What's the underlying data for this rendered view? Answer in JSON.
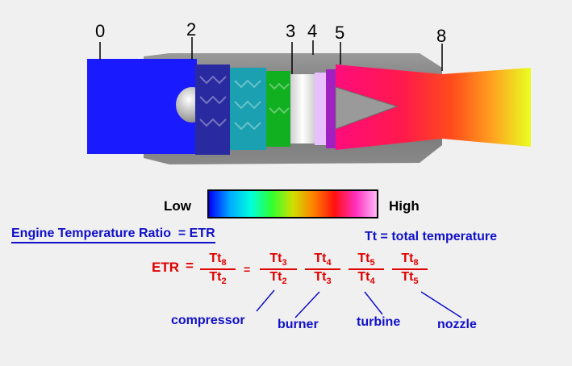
{
  "stations": [
    "0",
    "2",
    "3",
    "4",
    "5",
    "8"
  ],
  "scale": {
    "low": "Low",
    "high": "High"
  },
  "etr_definition": {
    "title": "Engine Temperature Ratio",
    "equals": "= ETR"
  },
  "tt_definition": "Tt =  total temperature",
  "equation": {
    "lhs": "ETR",
    "eq1": "=",
    "eq2": "=",
    "overall": {
      "num_base": "Tt",
      "num_sub": "8",
      "den_base": "Tt",
      "den_sub": "2"
    },
    "factors": [
      {
        "num_base": "Tt",
        "num_sub": "3",
        "den_base": "Tt",
        "den_sub": "2"
      },
      {
        "num_base": "Tt",
        "num_sub": "4",
        "den_base": "Tt",
        "den_sub": "3"
      },
      {
        "num_base": "Tt",
        "num_sub": "5",
        "den_base": "Tt",
        "den_sub": "4"
      },
      {
        "num_base": "Tt",
        "num_sub": "8",
        "den_base": "Tt",
        "den_sub": "5"
      }
    ]
  },
  "components": [
    "compressor",
    "burner",
    "turbine",
    "nozzle"
  ],
  "colors": {
    "background": "#f0f0f0",
    "text_blue": "#1010c8",
    "text_red": "#e00000",
    "engine_casing": "#7a7a7a",
    "inlet_flow": "#1a1aff",
    "nozzle_flow": "#ff0c7c"
  }
}
